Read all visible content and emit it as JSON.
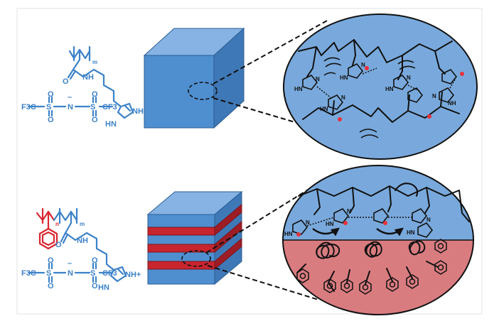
{
  "colors": {
    "blue_block": "#4f8fd0",
    "blue_fill": "#79a9dc",
    "red_block": "#c8252f",
    "red_fill": "#d97c80",
    "chem_blue": "#3c82c9",
    "chem_red": "#d8262f",
    "proton_red": "#e8323a",
    "outline": "#111111"
  },
  "top_structure": {
    "nh_plus": "NH+",
    "nh_amide": "NH",
    "hn_ring": "HN",
    "subscript_m": "m",
    "o_carbonyl": "O",
    "anion_left": "F3C",
    "anion_s1": "S",
    "anion_n": "N",
    "anion_minus": "–",
    "anion_s2": "S",
    "anion_right": "CF3",
    "anion_o": "O"
  },
  "bottom_structure": {
    "nh_plus": "NH+",
    "nh_amide": "NH",
    "hn_ring": "HN",
    "subscript_n": "n",
    "subscript_m": "m",
    "o_carbonyl": "O",
    "anion_left": "F3C",
    "anion_s1": "S",
    "anion_n": "N",
    "anion_minus": "–",
    "anion_s2": "S",
    "anion_right": "CF3",
    "anion_o": "O"
  },
  "top_zoom_labels": {
    "hn_a": "HN",
    "n_a": "N",
    "hn_b": "HN",
    "n_b": "N",
    "hn_c": "HN",
    "n_c": "N",
    "hn_d": "HN",
    "n_d": "N",
    "hn_e": "N",
    "nh_e": "NH"
  },
  "bottom_zoom_labels": {
    "hn_a": "HN",
    "n_a": "N",
    "hn_b": "HN",
    "n_b": "N",
    "hn_c": "HN",
    "n_c": "N"
  }
}
